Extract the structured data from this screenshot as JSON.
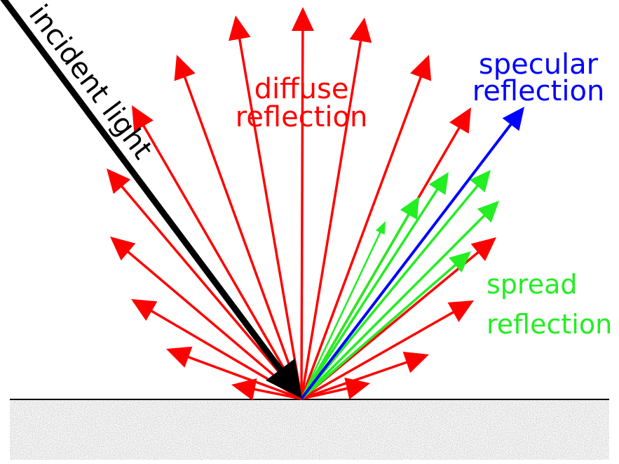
{
  "labels": {
    "incident": "incident light",
    "diffuse_line1": "diffuse",
    "diffuse_line2": "reflection",
    "specular_line1": "specular",
    "specular_line2": "reflection",
    "spread_line1": "spread",
    "spread_line2": "reflection"
  },
  "colors": {
    "incident": "#000000",
    "diffuse": "#ff0000",
    "specular": "#0000ff",
    "spread": "#22ee22",
    "surface_line": "#000000",
    "surface_texture": "#9a9a9a"
  }
}
